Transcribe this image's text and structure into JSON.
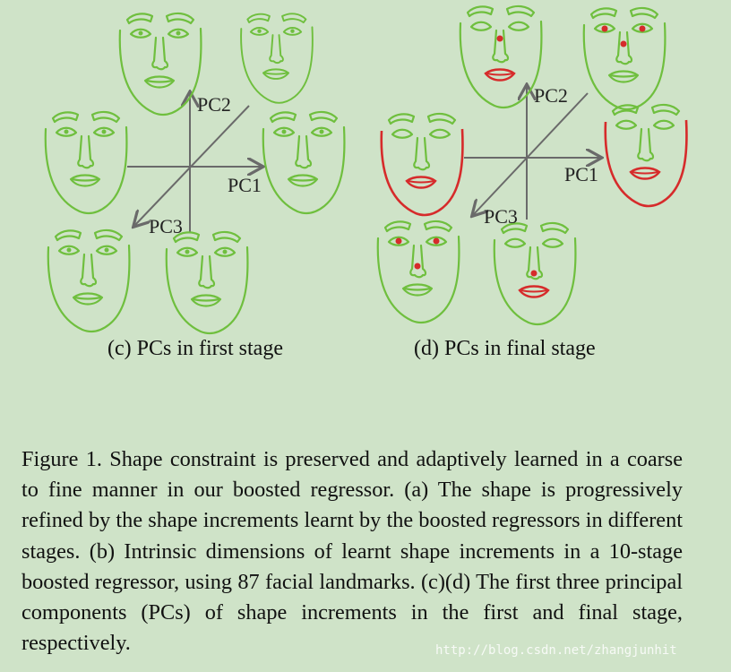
{
  "panels": {
    "c": {
      "caption": "(c) PCs in first stage",
      "axes": [
        "PC1",
        "PC2",
        "PC3"
      ]
    },
    "d": {
      "caption": "(d) PCs in final stage",
      "axes": [
        "PC1",
        "PC2",
        "PC3"
      ]
    }
  },
  "figure_caption": "Figure 1. Shape constraint is preserved and adaptively learned in a coarse to fine manner in our boosted regressor. (a) The shape is progressively refined by the shape increments learnt by the boosted regressors in different stages. (b) Intrinsic dimensions of learnt shape increments in a 10-stage boosted regressor, using 87 facial landmarks. (c)(d) The first three principal components (PCs) of shape increments in the first and final stage, respectively.",
  "watermark": "http://blog.csdn.net/zhangjunhit",
  "colors": {
    "background": "#cfe3c8",
    "face_outline": "#6fbf3e",
    "highlight": "#d62b2b",
    "axis": "#6a6a6a"
  }
}
